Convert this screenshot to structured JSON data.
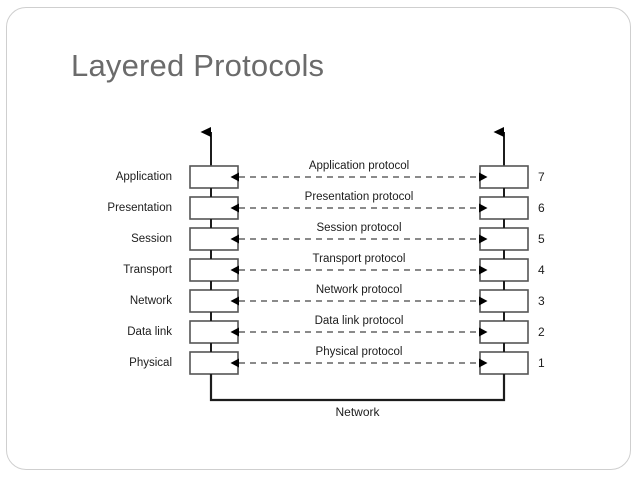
{
  "slide": {
    "title": "Layered Protocols",
    "background_color": "#ffffff",
    "frame_color": "#cfcfcf",
    "title_color": "#6b6b6b",
    "line_color": "#1c1c1c",
    "box_fill": "#ffffff",
    "box_stroke": "#555555"
  },
  "diagram": {
    "type": "layered-protocol-stack",
    "bottom_link_label": "Network",
    "layers": [
      {
        "name": "Application",
        "protocol": "Application protocol",
        "number": "7"
      },
      {
        "name": "Presentation",
        "protocol": "Presentation protocol",
        "number": "6"
      },
      {
        "name": "Session",
        "protocol": "Session protocol",
        "number": "5"
      },
      {
        "name": "Transport",
        "protocol": "Transport protocol",
        "number": "4"
      },
      {
        "name": "Network",
        "protocol": "Network protocol",
        "number": "3"
      },
      {
        "name": "Data link",
        "protocol": "Data link protocol",
        "number": "2"
      },
      {
        "name": "Physical",
        "protocol": "Physical protocol",
        "number": "1"
      }
    ]
  }
}
